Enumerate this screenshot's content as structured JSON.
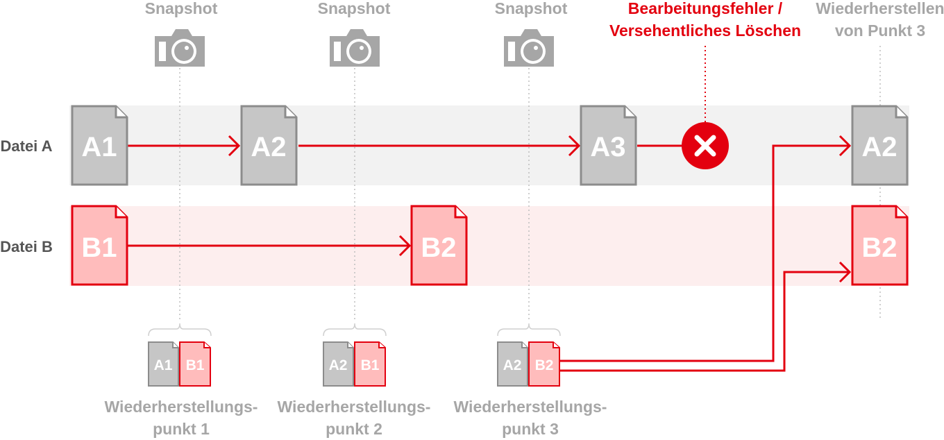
{
  "colors": {
    "red": "#e3000f",
    "gray_doc": "#c6c6c6",
    "gray_border": "#8c8c8c",
    "pink_doc": "#ffbcbc",
    "band_gray": "#f2f2f2",
    "band_pink": "#fdeeee",
    "label_gray": "#a6a6a6",
    "camera": "#a6a6a6"
  },
  "snapshots": [
    {
      "label": "Snapshot",
      "icon": "camera-icon"
    },
    {
      "label": "Snapshot",
      "icon": "camera-icon"
    },
    {
      "label": "Snapshot",
      "icon": "camera-icon"
    }
  ],
  "error": {
    "line1": "Bearbeitungsfehler /",
    "line2": "Versehentliches Löschen",
    "icon": "error-x-icon"
  },
  "restore": {
    "line1": "Wiederherstellen",
    "line2": "von Punkt 3"
  },
  "rows": [
    {
      "label": "Datei A"
    },
    {
      "label": "Datei B"
    }
  ],
  "files_a": [
    "A1",
    "A2",
    "A3",
    "A2"
  ],
  "files_b": [
    "B1",
    "B2",
    "B2"
  ],
  "restore_points": [
    {
      "files": [
        "A1",
        "B1"
      ],
      "line1": "Wiederherstellungs-",
      "line2": "punkt 1"
    },
    {
      "files": [
        "A2",
        "B1"
      ],
      "line1": "Wiederherstellungs-",
      "line2": "punkt 2"
    },
    {
      "files": [
        "A2",
        "B2"
      ],
      "line1": "Wiederherstellungs-",
      "line2": "punkt 3"
    }
  ]
}
